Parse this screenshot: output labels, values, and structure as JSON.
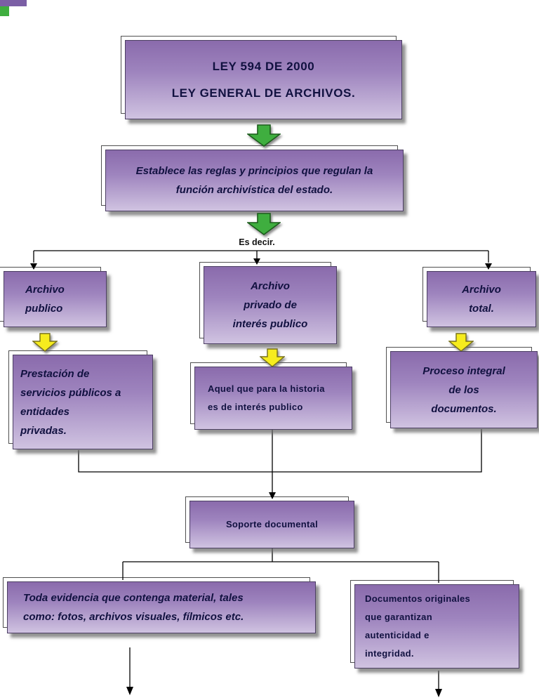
{
  "colors": {
    "box_gradient_top": "#8a6bac",
    "box_gradient_mid": "#9e84be",
    "box_gradient_bottom": "#d0c3e1",
    "box_border": "#4c3f63",
    "box_outline_shadow": "#4f4f4f",
    "text_dark": "#111140",
    "arrow_green": "#3fae3f",
    "arrow_green_border": "#1c5c1c",
    "arrow_yellow": "#f6ec1e",
    "arrow_yellow_border": "#77701a",
    "connector": "#000000",
    "corner_purple": "#7b5fa5",
    "corner_green": "#3fae3f"
  },
  "icons": {
    "flow_arrow_green": "down-block-arrow",
    "flow_arrow_yellow": "down-block-arrow",
    "connector_arrow": "down-triangle"
  },
  "nodes": {
    "title": {
      "line1": "LEY 594 DE 2000",
      "line2": "LEY GENERAL DE ARCHIVOS."
    },
    "intro": "Establece las reglas y principios que regulan la\nfunción archivística del estado.",
    "branch_label": "Es decir.",
    "archivo_publico": "Archivo\npublico",
    "archivo_privado": "Archivo\nprivado de\ninterés publico",
    "archivo_total": "Archivo\ntotal.",
    "prestacion": "Prestación de\nservicios públicos a\nentidades\nprivadas.",
    "aquel": "Aquel que para la historia\nes de interés publico",
    "proceso": "Proceso integral\nde los\ndocumentos.",
    "soporte": "Soporte documental",
    "toda_evidencia": "Toda evidencia que contenga material, tales\ncomo: fotos, archivos visuales, fílmicos etc.",
    "documentos_originales": "Documentos originales\nque garantizan\nautenticidad e\nintegridad."
  }
}
